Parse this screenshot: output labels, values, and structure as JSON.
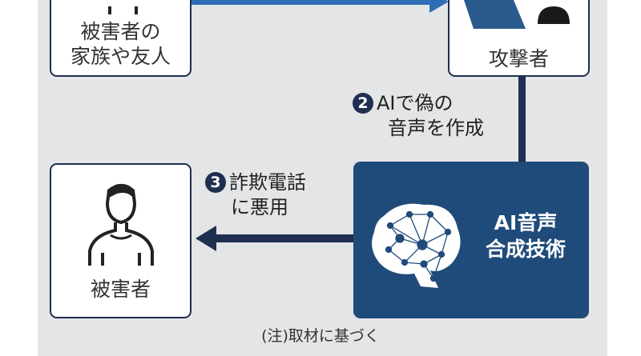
{
  "boxes": {
    "family": {
      "label_line1": "被害者の",
      "label_line2": "家族や友人"
    },
    "attacker": {
      "label": "攻撃者"
    },
    "victim": {
      "label": "被害者"
    },
    "ai": {
      "label_line1": "AI音声",
      "label_line2": "合成技術"
    }
  },
  "steps": [
    {
      "number": "2",
      "line1": "AIで偽の",
      "line2": "音声を作成"
    },
    {
      "number": "3",
      "line1": "詐欺電話",
      "line2": "に悪用"
    }
  ],
  "note": "(注)取材に基づく",
  "colors": {
    "navy": "#1f4b7a",
    "dark": "#1f2f4f",
    "blue_arrow": "#2f6db5",
    "background": "#e3e5e6"
  }
}
